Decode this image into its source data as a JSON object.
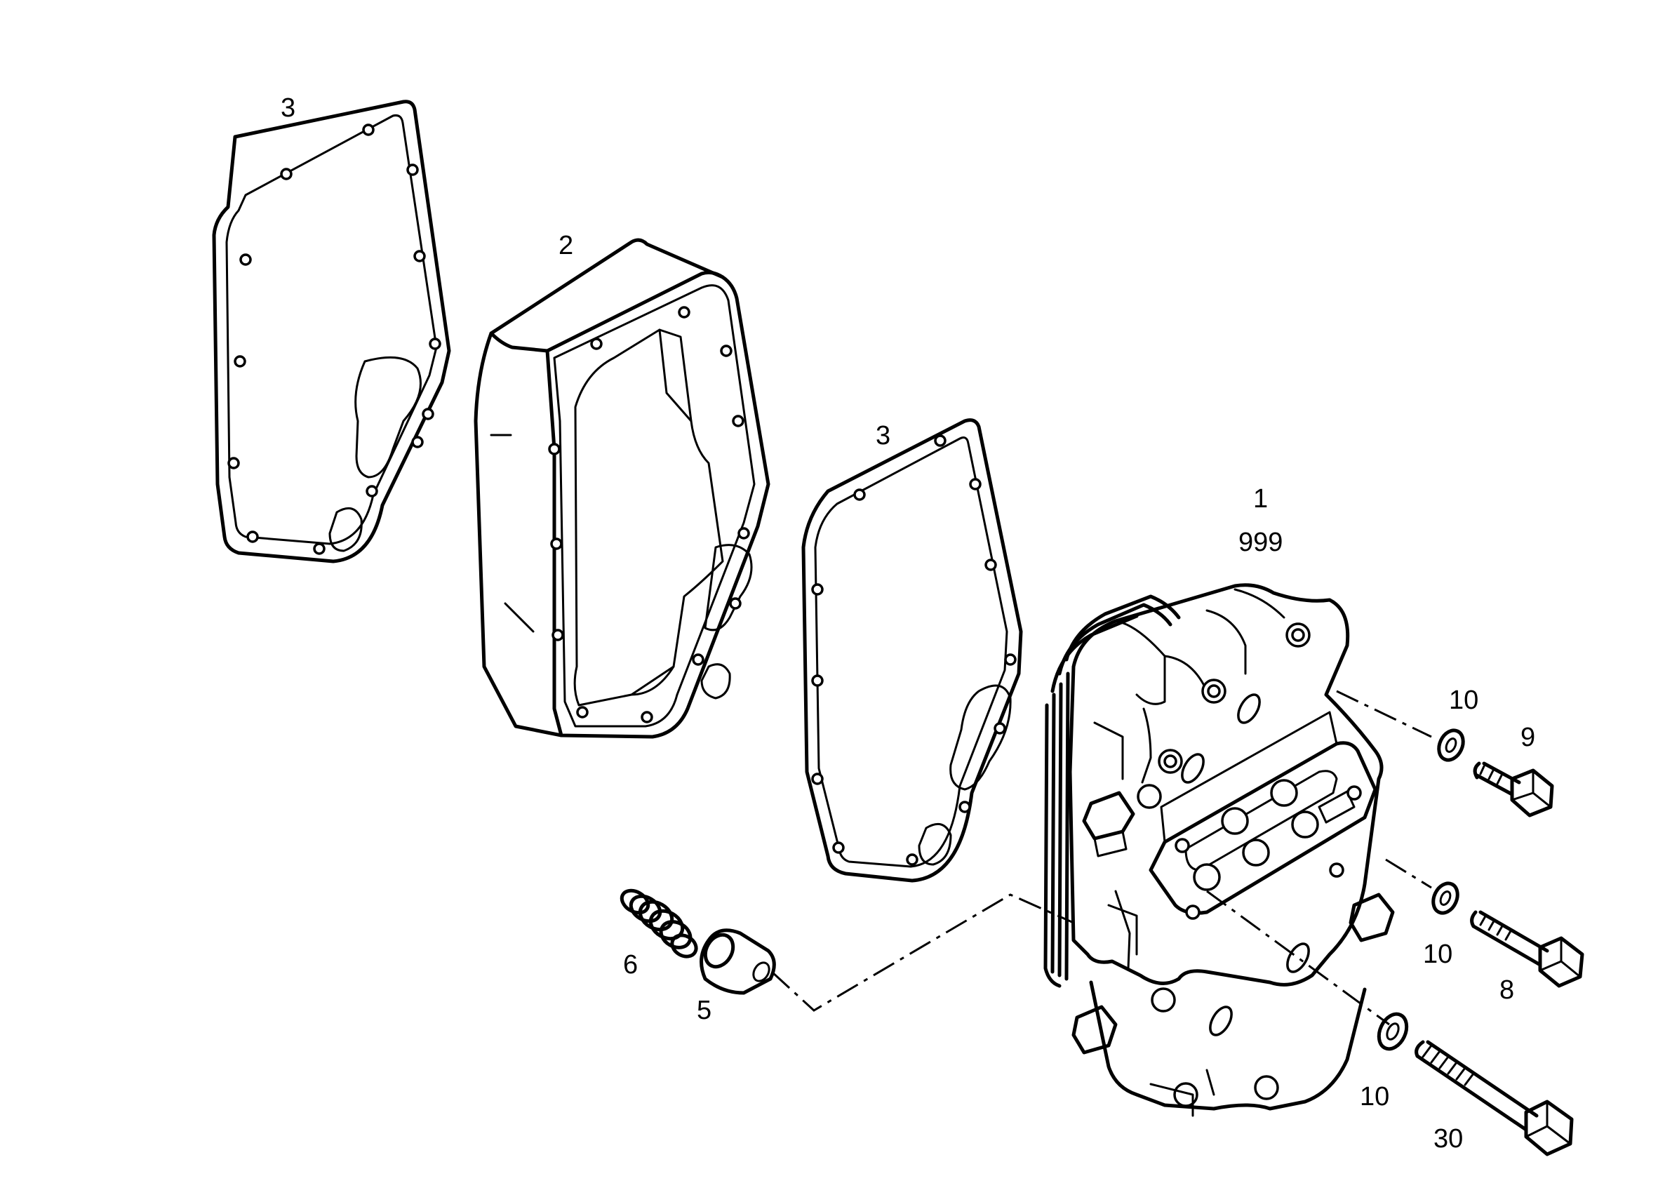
{
  "callouts": {
    "gasket_left": "3",
    "spacer": "2",
    "gasket_mid": "3",
    "cover_item": "1",
    "cover_code": "999",
    "washer_top": "10",
    "bolt_short": "9",
    "washer_middle": "10",
    "bolt_medium": "8",
    "washer_bottom": "10",
    "bolt_long": "30",
    "spring": "6",
    "plunger": "5"
  }
}
